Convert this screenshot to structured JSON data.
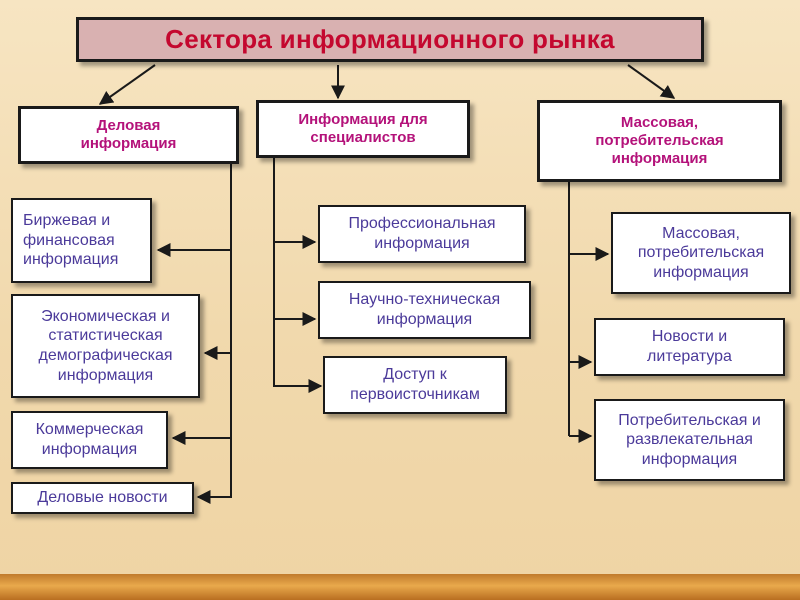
{
  "title": "Сектора информационного рынка",
  "sections": [
    {
      "heading": "Деловая информация",
      "items": [
        "Биржевая и финансовая информация",
        "Экономическая и статистическая демографическая информация",
        "Коммерческая информация",
        "Деловые новости"
      ]
    },
    {
      "heading": "Информация для специалистов",
      "items": [
        "Профессиональная информация",
        "Научно-техническая информация",
        "Доступ к первоисточникам"
      ]
    },
    {
      "heading": "Массовая, потребительская информация",
      "items": [
        "Массовая, потребительская информация",
        "Новости и литература",
        "Потребительская и развлекательная информация"
      ]
    }
  ],
  "colors": {
    "title_text": "#c4082f",
    "title_fill": "#d9b1b1",
    "heading_text": "#b4127a",
    "item_text": "#4b3a9a"
  }
}
